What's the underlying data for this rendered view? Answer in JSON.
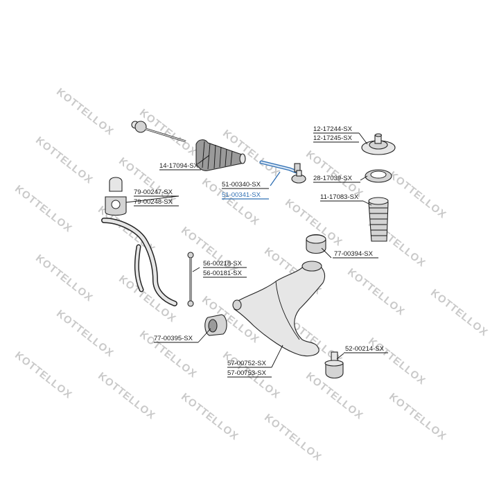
{
  "watermark": "KOTTELLOX",
  "parts": [
    {
      "id": "tie-rod",
      "label": "14-17094-SX"
    },
    {
      "id": "boot",
      "label": "14-17094-SX"
    },
    {
      "id": "tie-rod-end-a",
      "label": "51-00340-SX"
    },
    {
      "id": "tie-rod-end-b",
      "label": "51-00341-SX",
      "highlight": true
    },
    {
      "id": "strut-mount-a",
      "label": "12-17244-SX"
    },
    {
      "id": "strut-mount-b",
      "label": "12-17245-SX"
    },
    {
      "id": "bearing",
      "label": "28-17039-SX"
    },
    {
      "id": "dust-boot",
      "label": "11-17083-SX"
    },
    {
      "id": "bushing-top",
      "label": "77-00394-SX"
    },
    {
      "id": "stab-bush-a",
      "label": "79-00247-SX"
    },
    {
      "id": "stab-bush-b",
      "label": "79-00248-SX"
    },
    {
      "id": "stab-link-a",
      "label": "56-00218-SX"
    },
    {
      "id": "stab-link-b",
      "label": "56-00181-SX"
    },
    {
      "id": "arm-bushing",
      "label": "77-00395-SX"
    },
    {
      "id": "ball-joint",
      "label": "52-00214-SX"
    },
    {
      "id": "control-arm-a",
      "label": "57-00752-SX"
    },
    {
      "id": "control-arm-b",
      "label": "57-00753-SX"
    }
  ],
  "labels": {
    "l14_17094": "14-17094-SX",
    "l51_00340": "51-00340-SX",
    "l51_00341": "51-00341-SX",
    "l12_17244": "12-17244-SX",
    "l12_17245": "12-17245-SX",
    "l28_17039": "28-17039-SX",
    "l11_17083": "11-17083-SX",
    "l77_00394": "77-00394-SX",
    "l79_00247": "79-00247-SX",
    "l79_00248": "79-00248-SX",
    "l56_00218": "56-00218-SX",
    "l56_00181": "56-00181-SX",
    "l77_00395": "77-00395-SX",
    "l52_00214": "52-00214-SX",
    "l57_00752": "57-00752-SX",
    "l57_00753": "57-00753-SX"
  },
  "colors": {
    "highlight": "#2f6fb3",
    "watermark": "#c9c9c9"
  }
}
